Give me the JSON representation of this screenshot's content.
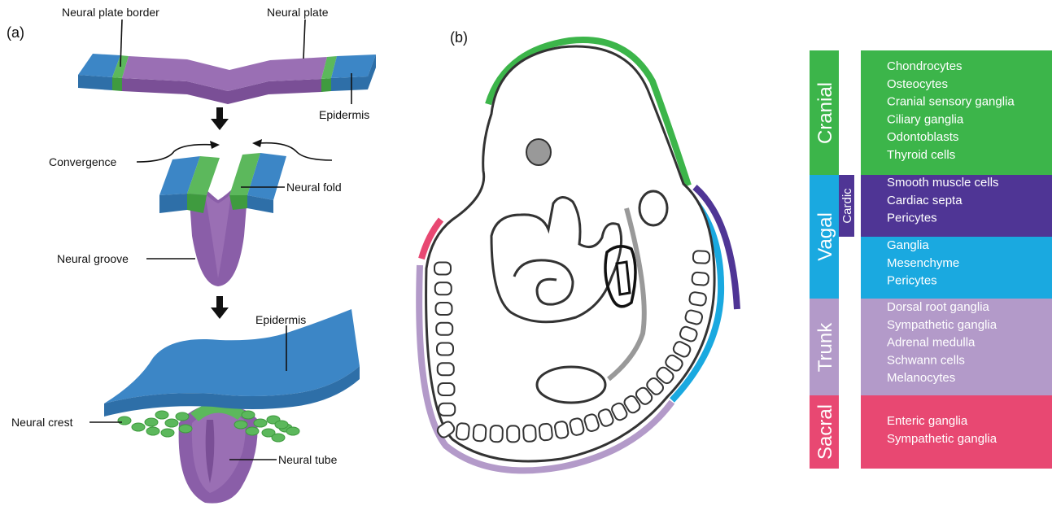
{
  "panel_a": {
    "label": "(a)",
    "labels": {
      "neural_plate_border": "Neural plate border",
      "neural_plate": "Neural plate",
      "epidermis_top": "Epidermis",
      "convergence": "Convergence",
      "neural_fold": "Neural fold",
      "neural_groove": "Neural groove",
      "epidermis_bottom": "Epidermis",
      "neural_crest": "Neural crest",
      "neural_tube": "Neural tube"
    }
  },
  "panel_b": {
    "label": "(b)"
  },
  "colors": {
    "epidermis": "#3c86c6",
    "border": "#5cb85c",
    "plate": "#9a6fb4",
    "cranial": "#3cb54a",
    "vagal": "#1aa9e0",
    "cardiac": "#4f3595",
    "trunk": "#b39ac9",
    "sacral": "#e84872"
  },
  "table": {
    "regions": [
      {
        "name": "Cranial",
        "color": "#3cb54a"
      },
      {
        "name": "Vagal",
        "color": "#1aa9e0"
      },
      {
        "name": "Trunk",
        "color": "#b39ac9"
      },
      {
        "name": "Sacral",
        "color": "#e84872"
      }
    ],
    "cardiac_label": "Cardic",
    "groups": [
      {
        "color": "#3cb54a",
        "items": [
          "Chondrocytes",
          "Osteocytes",
          "Cranial sensory ganglia",
          "Ciliary ganglia",
          "Odontoblasts",
          "Thyroid cells"
        ]
      },
      {
        "color": "#4f3595",
        "items": [
          "Smooth muscle cells",
          "Cardiac septa",
          "Pericytes"
        ]
      },
      {
        "color": "#1aa9e0",
        "items": [
          "Ganglia",
          "Mesenchyme",
          "Pericytes"
        ]
      },
      {
        "color": "#b39ac9",
        "items": [
          "Dorsal root ganglia",
          "Sympathetic ganglia",
          "Adrenal medulla",
          "Schwann cells",
          "Melanocytes"
        ]
      },
      {
        "color": "#e84872",
        "items": [
          "Enteric ganglia",
          "Sympathetic ganglia"
        ]
      }
    ]
  }
}
